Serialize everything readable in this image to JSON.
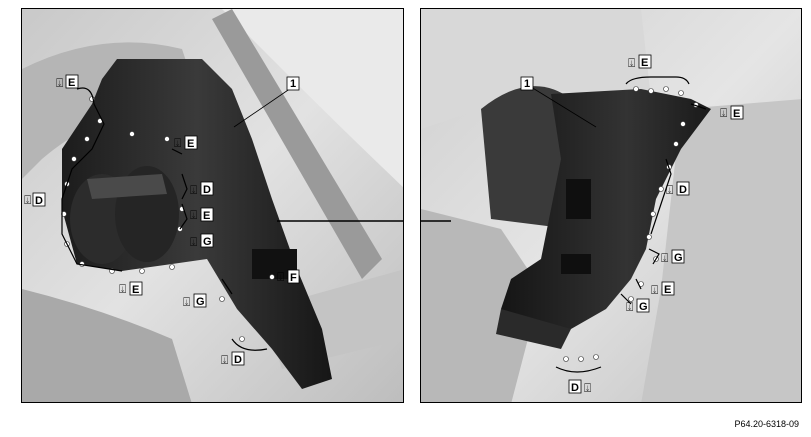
{
  "figure": {
    "code": "P64.20-6318-09",
    "callouts": {
      "part": "1",
      "d": "D",
      "e": "E",
      "f": "F",
      "g": "G"
    }
  }
}
